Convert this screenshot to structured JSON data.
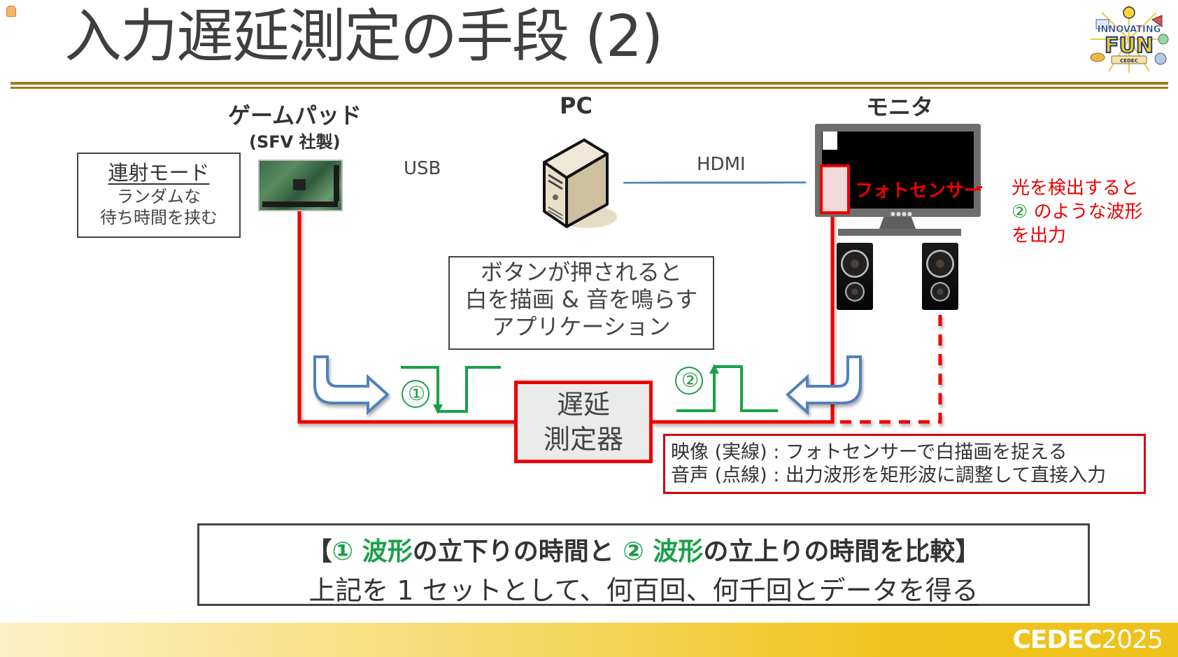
{
  "slide": {
    "title": "入力遅延測定の手段 (2)",
    "logo_fun": {
      "top": "INNOVATING",
      "main": "FUN",
      "ribbon": "CEDEC"
    },
    "footer_logo": {
      "brand": "CEDEC",
      "year": "2025"
    }
  },
  "gamepad": {
    "title": "ゲームパッド",
    "subtitle": "(SFV 社製)",
    "mode_box": {
      "heading": "連射モード",
      "lines": [
        "ランダムな",
        "待ち時間を挟む"
      ]
    }
  },
  "pc": {
    "title": "PC",
    "app_box": {
      "lines": [
        "ボタンが押されると",
        "白を描画 & 音を鳴らす",
        "アプリケーション"
      ]
    }
  },
  "connections": {
    "usb": "USB",
    "hdmi": "HDMI"
  },
  "monitor": {
    "title": "モニタ",
    "sensor_label": "フォトセンサー",
    "note": {
      "line1": "光を検出すると",
      "line2_num": "②",
      "line2_rest": " のような波形",
      "line3": "を出力"
    }
  },
  "waveforms": {
    "wave1_label": "①",
    "wave2_label": "②"
  },
  "delay_meter": {
    "lines": [
      "遅延",
      "測定器"
    ]
  },
  "legend": {
    "line1": "映像 (実線) : フォトセンサーで白描画を捉える",
    "line2": "音声 (点線) : 出力波形を矩形波に調整して直接入力"
  },
  "summary": {
    "open": "【",
    "n1": "①",
    "wave": "波形",
    "fall": "の立下りの時間と",
    "n2": "②",
    "rise": "の立上りの時間を比較",
    "close": "】",
    "line2_prefix": "上記を 1 セットとして、",
    "line2_underlined": "何百回、何千回とデータを得る"
  },
  "colors": {
    "red": "#e00000",
    "green": "#1aa04a",
    "blue": "#4f81bd",
    "gold_rule": "#9a7d1c",
    "footer_gold": "#efc21a"
  }
}
